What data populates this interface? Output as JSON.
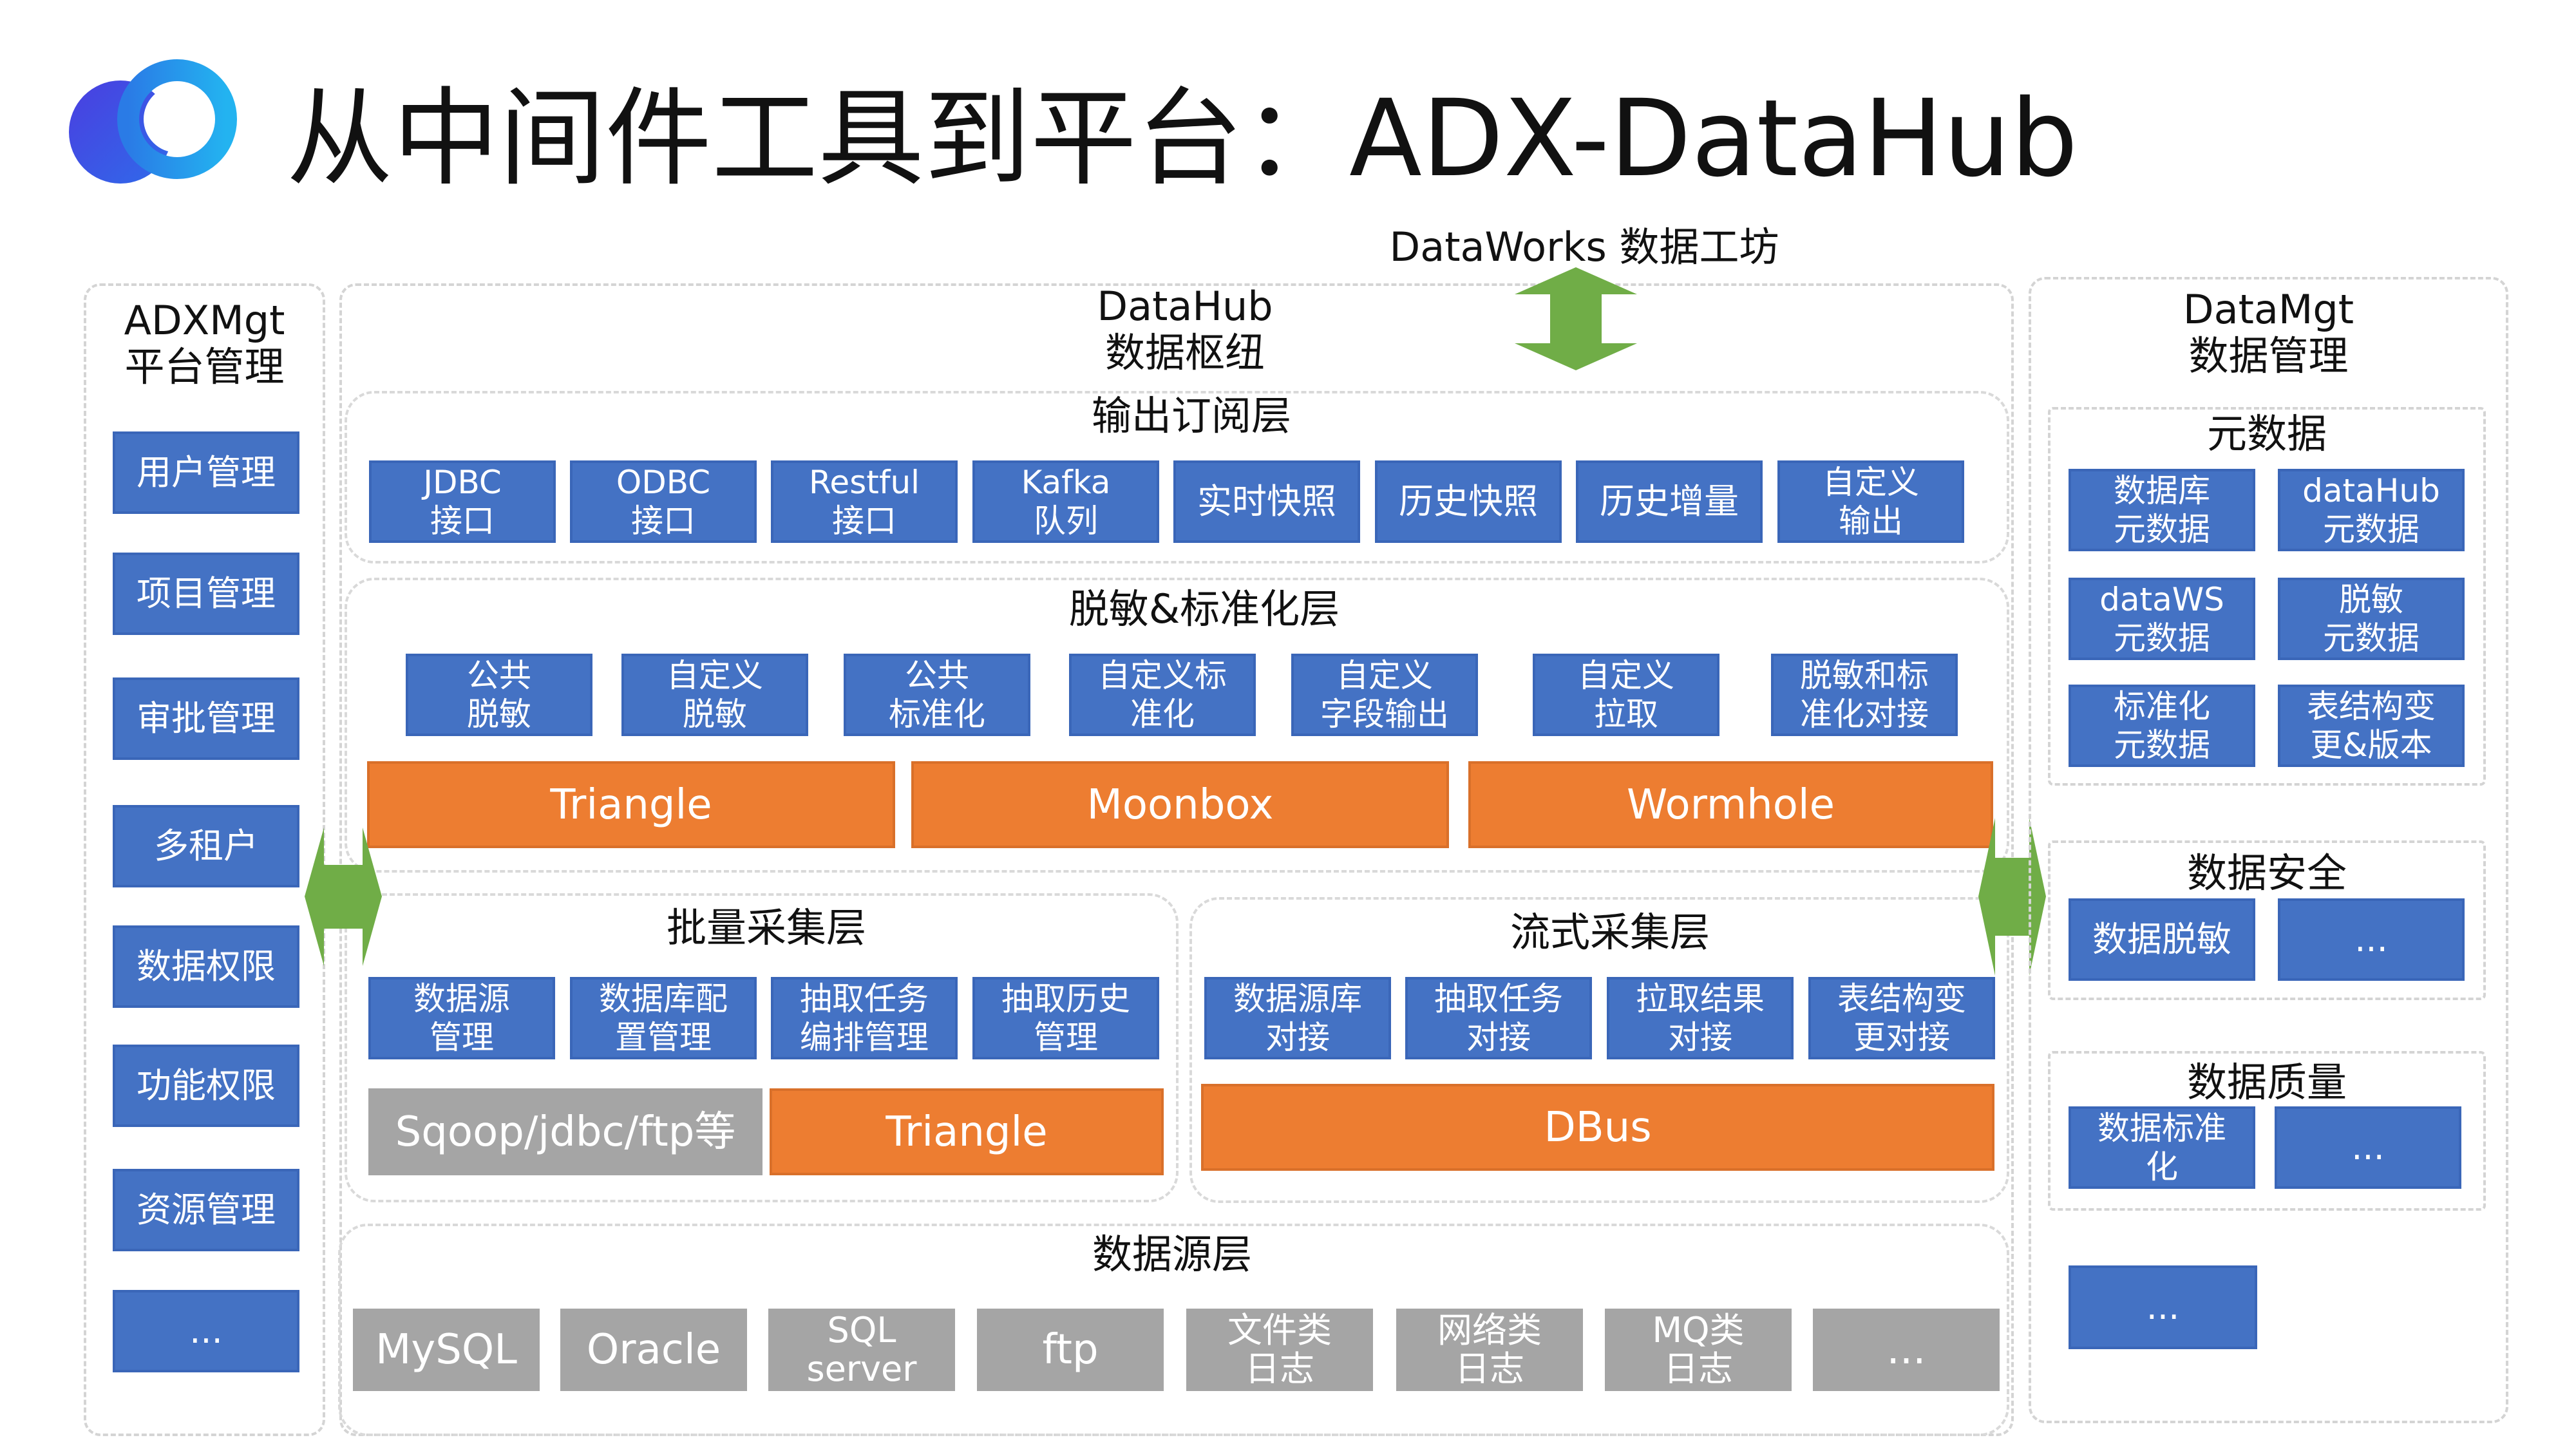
{
  "title": "从中间件工具到平台：ADX-DataHub",
  "colors": {
    "blue": "#4472c4",
    "orange": "#ed7d31",
    "gray": "#a5a5a5",
    "green": "#70ad47",
    "logo_dark": "#3a3fd8",
    "logo_light": "#2aa8ee"
  },
  "dataworks": "DataWorks 数据工坊",
  "adxmgt": {
    "title_line1": "ADXMgt",
    "title_line2": "平台管理",
    "items": [
      "用户管理",
      "项目管理",
      "审批管理",
      "多租户",
      "数据权限",
      "功能权限",
      "资源管理",
      "..."
    ]
  },
  "datahub": {
    "title_line1": "DataHub",
    "title_line2": "数据枢纽",
    "output_layer": {
      "title": "输出订阅层",
      "items": [
        {
          "l1": "JDBC",
          "l2": "接口"
        },
        {
          "l1": "ODBC",
          "l2": "接口"
        },
        {
          "l1": "Restful",
          "l2": "接口"
        },
        {
          "l1": "Kafka",
          "l2": "队列"
        },
        {
          "l1": "实时快照",
          "l2": ""
        },
        {
          "l1": "历史快照",
          "l2": ""
        },
        {
          "l1": "历史增量",
          "l2": ""
        },
        {
          "l1": "自定义",
          "l2": "输出"
        }
      ]
    },
    "mask_layer": {
      "title": "脱敏&标准化层",
      "items": [
        {
          "l1": "公共",
          "l2": "脱敏"
        },
        {
          "l1": "自定义",
          "l2": "脱敏"
        },
        {
          "l1": "公共",
          "l2": "标准化"
        },
        {
          "l1": "自定义标",
          "l2": "准化"
        },
        {
          "l1": "自定义",
          "l2": "字段输出"
        },
        {
          "l1": "自定义",
          "l2": "拉取"
        },
        {
          "l1": "脱敏和标",
          "l2": "准化对接"
        }
      ],
      "engines": [
        "Triangle",
        "Moonbox",
        "Wormhole"
      ]
    },
    "batch_layer": {
      "title": "批量采集层",
      "items": [
        {
          "l1": "数据源",
          "l2": "管理"
        },
        {
          "l1": "数据库配",
          "l2": "置管理"
        },
        {
          "l1": "抽取任务",
          "l2": "编排管理"
        },
        {
          "l1": "抽取历史",
          "l2": "管理"
        }
      ],
      "tool_gray": "Sqoop/jdbc/ftp等",
      "tool_orange": "Triangle"
    },
    "stream_layer": {
      "title": "流式采集层",
      "items": [
        {
          "l1": "数据源库",
          "l2": "对接"
        },
        {
          "l1": "抽取任务",
          "l2": "对接"
        },
        {
          "l1": "拉取结果",
          "l2": "对接"
        },
        {
          "l1": "表结构变",
          "l2": "更对接"
        }
      ],
      "tool_orange": "DBus"
    },
    "source_layer": {
      "title": "数据源层",
      "items": [
        {
          "l1": "MySQL",
          "l2": ""
        },
        {
          "l1": "Oracle",
          "l2": ""
        },
        {
          "l1": "SQL",
          "l2": "server"
        },
        {
          "l1": "ftp",
          "l2": ""
        },
        {
          "l1": "文件类",
          "l2": "日志"
        },
        {
          "l1": "网络类",
          "l2": "日志"
        },
        {
          "l1": "MQ类",
          "l2": "日志"
        },
        {
          "l1": "...",
          "l2": ""
        }
      ]
    }
  },
  "datamgt": {
    "title_line1": "DataMgt",
    "title_line2": "数据管理",
    "metadata": {
      "title": "元数据",
      "items": [
        {
          "l1": "数据库",
          "l2": "元数据"
        },
        {
          "l1": "dataHub",
          "l2": "元数据"
        },
        {
          "l1": "dataWS",
          "l2": "元数据"
        },
        {
          "l1": "脱敏",
          "l2": "元数据"
        },
        {
          "l1": "标准化",
          "l2": "元数据"
        },
        {
          "l1": "表结构变",
          "l2": "更&版本"
        }
      ]
    },
    "security": {
      "title": "数据安全",
      "items": [
        "数据脱敏",
        "..."
      ]
    },
    "quality": {
      "title": "数据质量",
      "items": [
        {
          "l1": "数据标准",
          "l2": "化"
        },
        {
          "l1": "...",
          "l2": ""
        }
      ]
    },
    "more": "..."
  }
}
